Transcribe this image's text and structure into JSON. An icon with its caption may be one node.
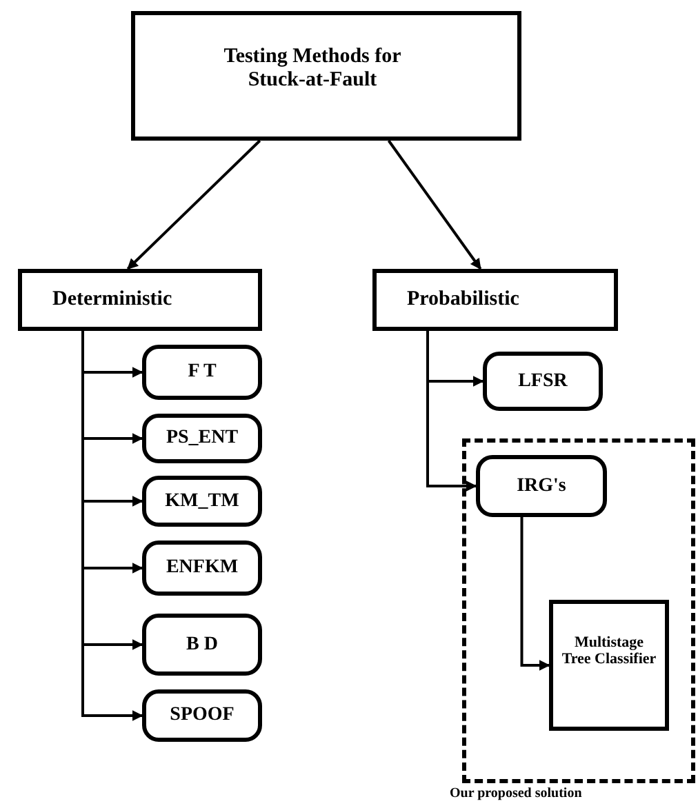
{
  "diagram": {
    "nodes": [
      {
        "text": [
          "Testing Methods for Stuck-at-Fault"
        ]
      },
      {
        "text": [
          "Deterministic"
        ]
      },
      {
        "text": [
          "Probabilistic"
        ]
      },
      {
        "text": [
          "F T"
        ]
      },
      {
        "text": [
          "PS_ENT"
        ]
      },
      {
        "text": [
          "KM_TM"
        ]
      },
      {
        "text": [
          "ENFKM"
        ]
      },
      {
        "text": [
          "B D"
        ]
      },
      {
        "text": [
          "SPOOF"
        ]
      },
      {
        "text": [
          "LFSR"
        ]
      },
      {
        "text": [
          "Our proposed solution"
        ]
      },
      {
        "text": [
          "IRG's"
        ],
        "in": 10
      },
      {
        "text": [
          "Multistage Tree Classifier"
        ],
        "in": 10
      }
    ],
    "edges": [
      {
        "from": 0,
        "to": 1,
        "arrow": "to"
      },
      {
        "from": 0,
        "to": 2,
        "arrow": "to"
      },
      {
        "from": 1,
        "to": 3,
        "arrow": "to"
      },
      {
        "from": 1,
        "to": 4,
        "arrow": "to"
      },
      {
        "from": 1,
        "to": 5,
        "arrow": "to"
      },
      {
        "from": 1,
        "to": 6,
        "arrow": "to"
      },
      {
        "from": 1,
        "to": 7,
        "arrow": "to"
      },
      {
        "from": 1,
        "to": 8,
        "arrow": "to"
      },
      {
        "from": 2,
        "to": 9,
        "arrow": "to"
      },
      {
        "from": 2,
        "to": 11,
        "arrow": "to"
      },
      {
        "from": 11,
        "to": 12,
        "arrow": "to"
      }
    ]
  }
}
